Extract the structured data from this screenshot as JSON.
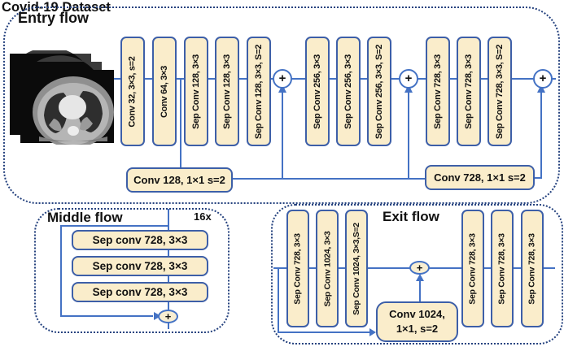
{
  "plus_sign": "+",
  "colors": {
    "box_fill": "#FAEDCB",
    "box_border": "#3D5FA8",
    "wire_blue": "#4472C4",
    "dotted_border": "#24417E",
    "text": "#111111"
  },
  "entry": {
    "title": "Entry flow",
    "dataset_label": "Covid-19 Dataset",
    "boxes": [
      "Conv 32, 3×3, s=2",
      "Conv 64, 3×3",
      "Sep Conv 128, 3×3",
      "Sep Conv 128, 3×3",
      "Sep Conv 128, 3×3, S=2",
      "Sep Conv 256, 3×3",
      "Sep Conv 256, 3×3",
      "Sep Conv 256, 3×3, S=2",
      "Sep Conv 728, 3×3",
      "Sep Conv 728, 3×3",
      "Sep Conv 728, 3×3, S=2"
    ],
    "skip_boxes": [
      "Conv 128, 1×1 s=2",
      "Conv 728, 1×1 s=2"
    ]
  },
  "middle": {
    "title": "Middle flow",
    "repeat_label": "16x",
    "boxes": [
      "Sep conv 728, 3×3",
      "Sep conv 728, 3×3",
      "Sep conv 728, 3×3"
    ]
  },
  "exit": {
    "title": "Exit flow",
    "boxes_left": [
      "Sep Conv 728, 3×3",
      "Sep Conv 1024, 3×3",
      "Sep Conv 1024, 3×3,S=2"
    ],
    "boxes_right": [
      "Sep Conv 728, 3×3",
      "Sep Conv 728, 3×3",
      "Sep Conv 728, 3×3"
    ],
    "skip_box_line1": "Conv 1024,",
    "skip_box_line2": "1×1, s=2"
  }
}
